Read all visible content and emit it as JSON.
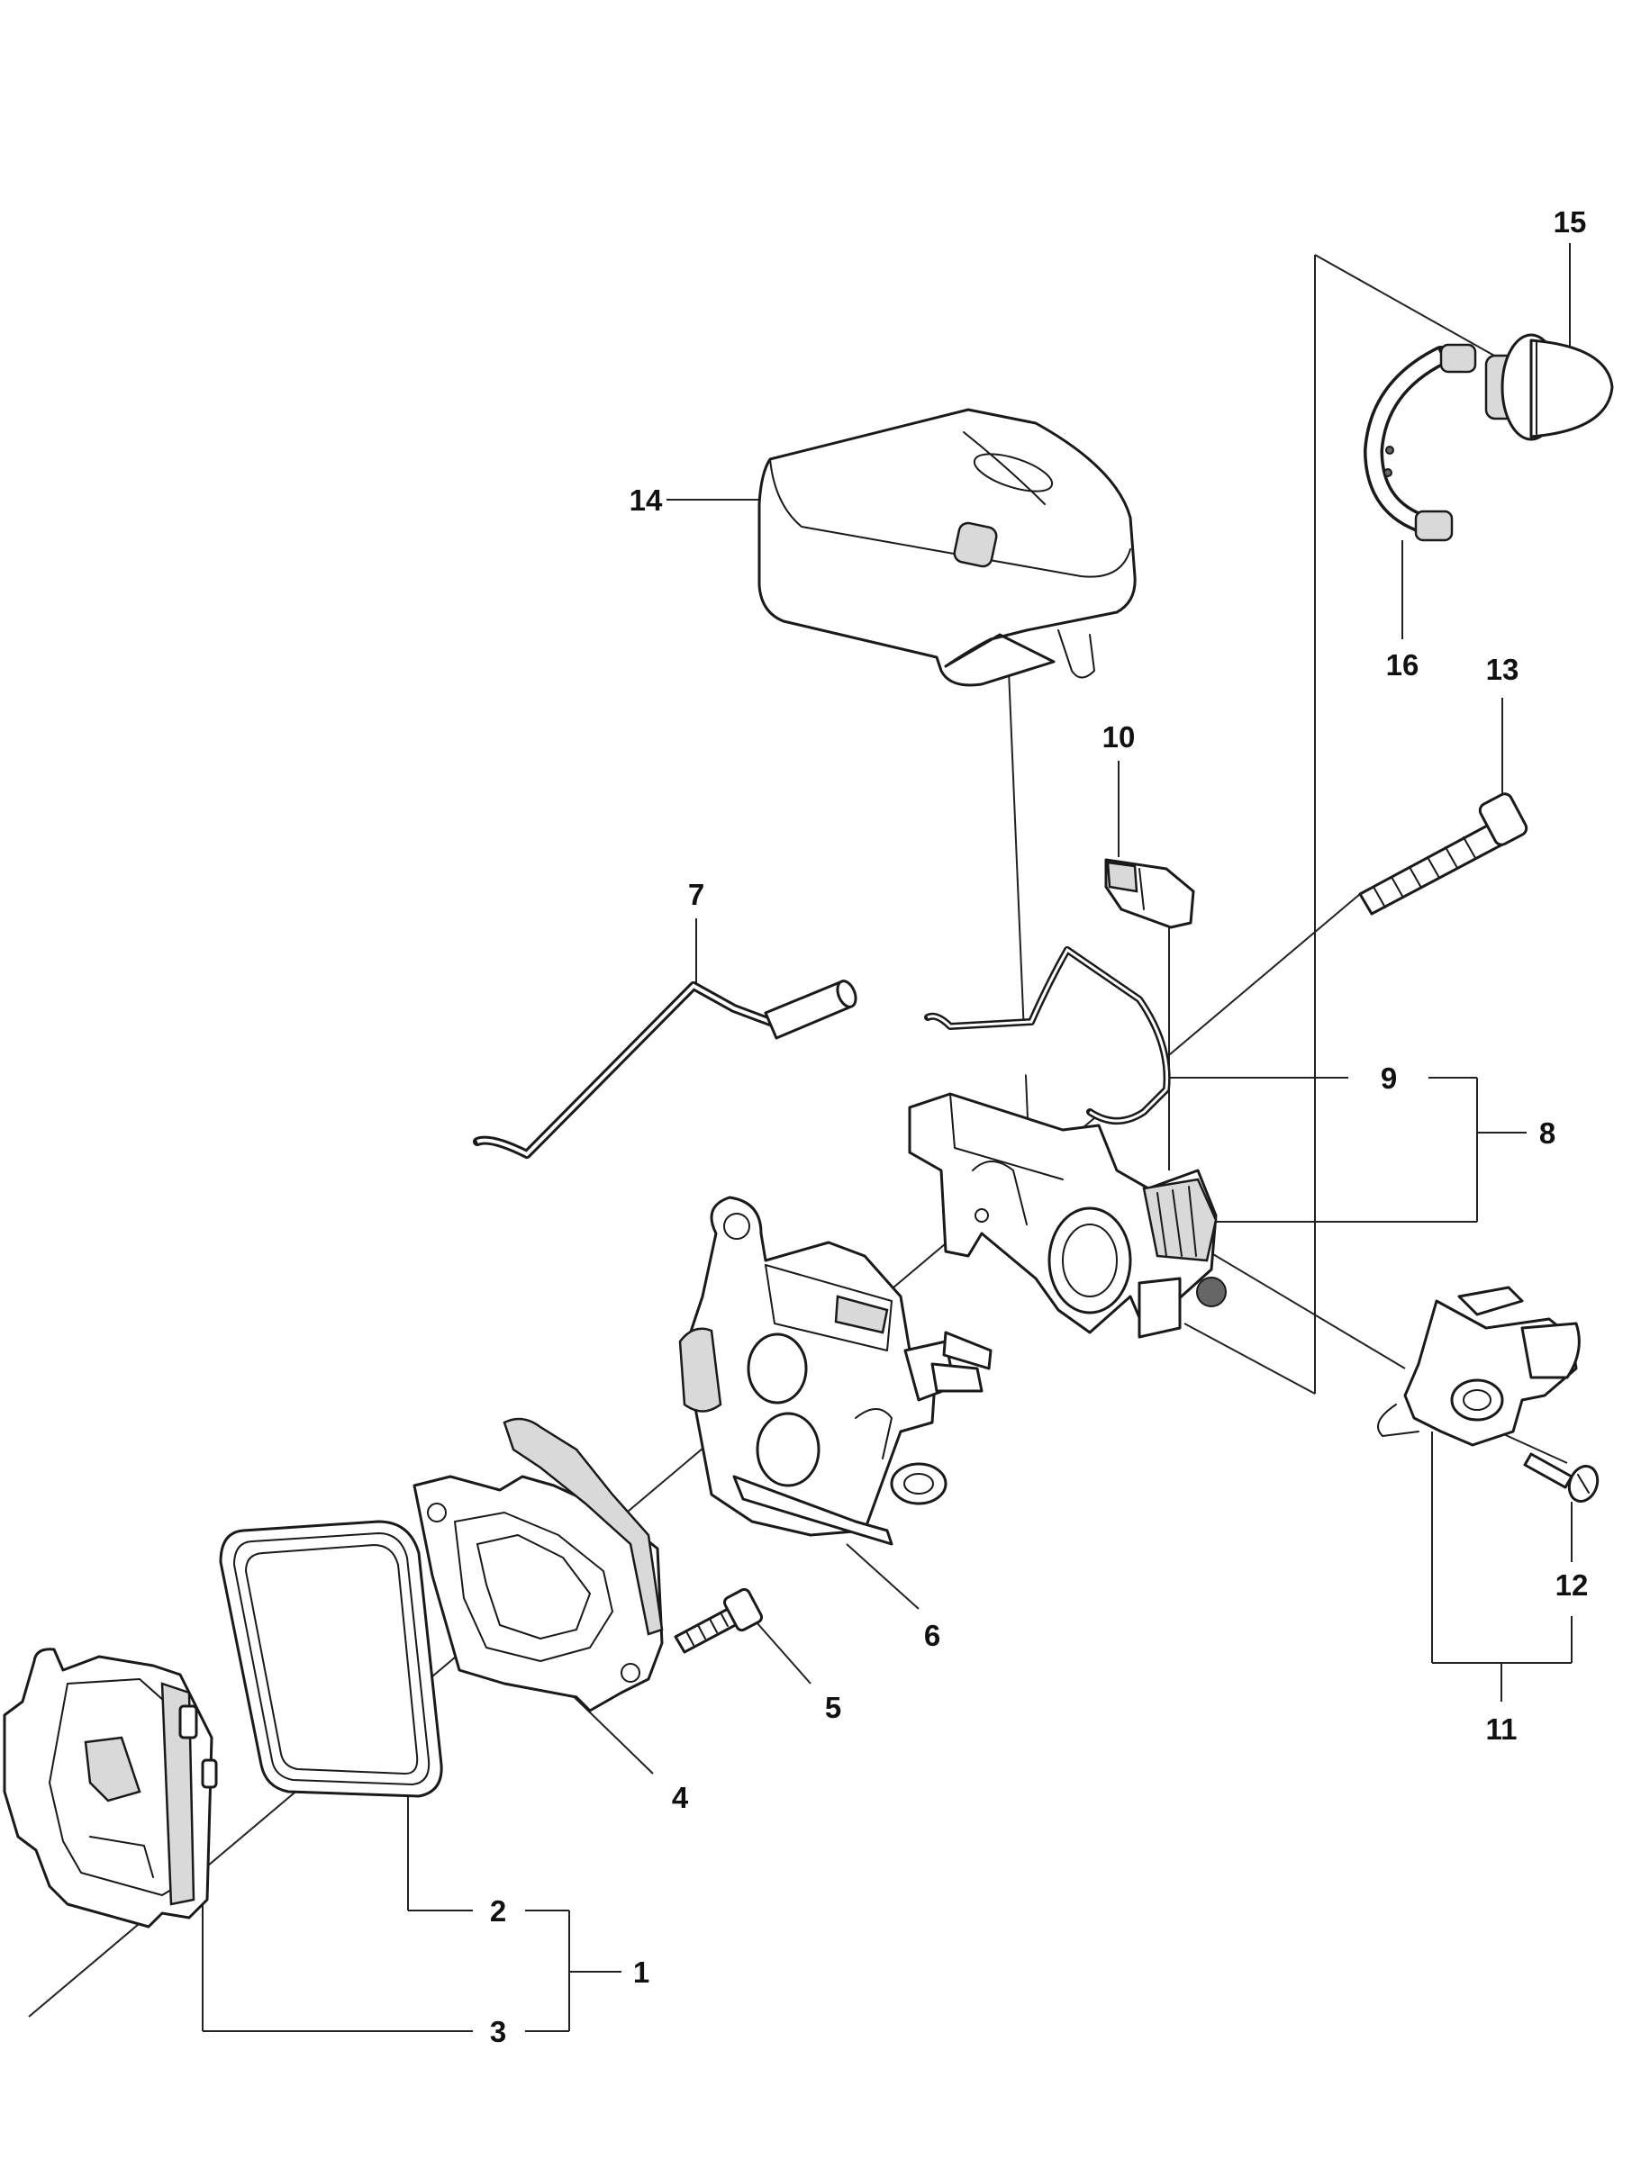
{
  "diagram": {
    "labels": {
      "p1": "1",
      "p2": "2",
      "p3": "3",
      "p4": "4",
      "p5": "5",
      "p6": "6",
      "p7": "7",
      "p8": "8",
      "p9": "9",
      "p10": "10",
      "p11": "11",
      "p12": "12",
      "p13": "13",
      "p14": "14",
      "p15": "15",
      "p16": "16"
    }
  }
}
